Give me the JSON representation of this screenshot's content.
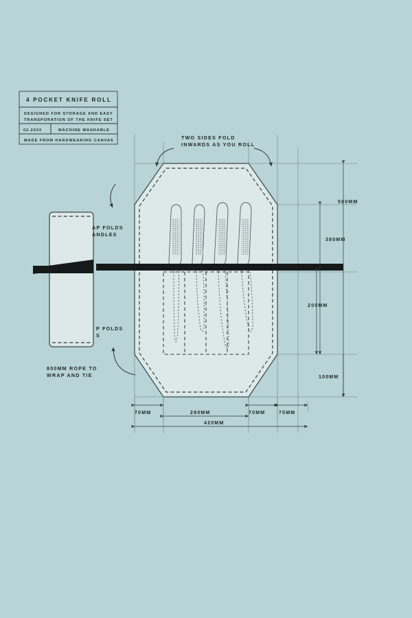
{
  "title_block": {
    "title": "4 POCKET KNIFE ROLL",
    "description_line1": "DESIGNED FOR STORAGE AND EASY",
    "description_line2": "TRANSPORATION OF THE KNIFE SET",
    "date": "02.2024",
    "care": "MACHINE WASHABLE",
    "material": "MADE FROM HARDWEARING CANVAS"
  },
  "annotations": {
    "top_fold_line1": "TWO SIDES FOLD",
    "top_fold_line2": "INWARDS AS YOU ROLL",
    "flap_handles_line1": "AP FOLDS",
    "flap_handles_line2": "ANDLES",
    "flap_lower_line1": "P FOLDS",
    "flap_lower_line2": "S",
    "rope_line1": "800MM ROPE TO",
    "rope_line2": "WRAP AND TIE"
  },
  "dimensions": {
    "height_580": "580MM",
    "height_380": "380MM",
    "height_200": "200MM",
    "height_100": "100MM",
    "left_70": "70MM",
    "width_280": "280MM",
    "mid_70": "70MM",
    "right_70": "70MM",
    "total_420": "420MM"
  },
  "colors": {
    "background": "#b8d4d6",
    "roll_fill": "#dde8e9",
    "ink": "#2b383a",
    "rope": "#15191a"
  },
  "knives": [
    {
      "name": "knife-1"
    },
    {
      "name": "knife-2"
    },
    {
      "name": "knife-3"
    },
    {
      "name": "knife-4"
    }
  ]
}
